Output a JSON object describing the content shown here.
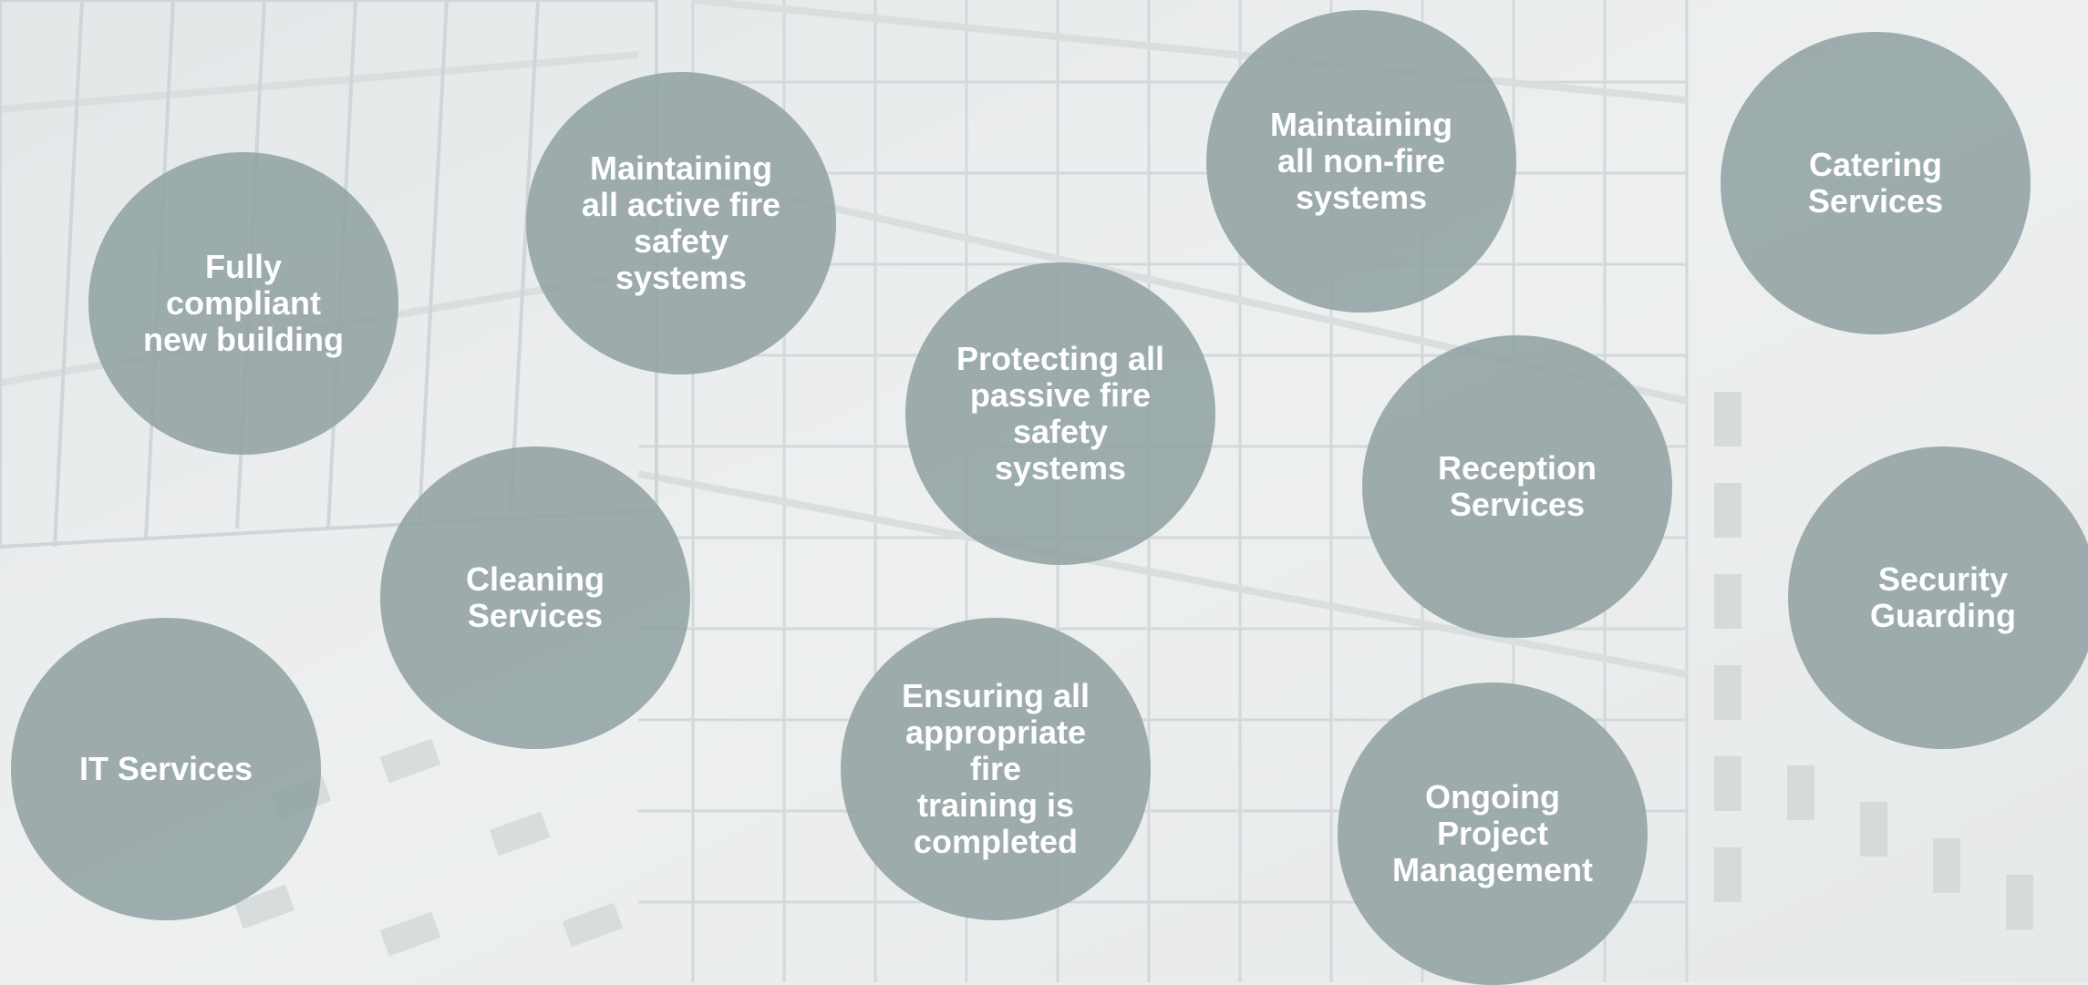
{
  "colors": {
    "background": "#eceeee",
    "bubble_fill": "#92a2a3",
    "label_text": "#ffffff",
    "building_lines": "#c9d0d1"
  },
  "bubbles": [
    {
      "id": "fully-compliant",
      "label": "Fully\ncompliant\nnew building"
    },
    {
      "id": "active-fire",
      "label": "Maintaining\nall active fire\nsafety\nsystems"
    },
    {
      "id": "passive-fire",
      "label": "Protecting all\npassive fire\nsafety\nsystems"
    },
    {
      "id": "non-fire",
      "label": "Maintaining\nall non-fire\nsystems"
    },
    {
      "id": "catering",
      "label": "Catering\nServices"
    },
    {
      "id": "reception",
      "label": "Reception\nServices"
    },
    {
      "id": "security",
      "label": "Security\nGuarding"
    },
    {
      "id": "cleaning",
      "label": "Cleaning\nServices"
    },
    {
      "id": "it",
      "label": "IT Services"
    },
    {
      "id": "fire-training",
      "label": "Ensuring all\nappropriate fire\ntraining is\ncompleted"
    },
    {
      "id": "project-management",
      "label": "Ongoing\nProject\nManagement"
    }
  ]
}
